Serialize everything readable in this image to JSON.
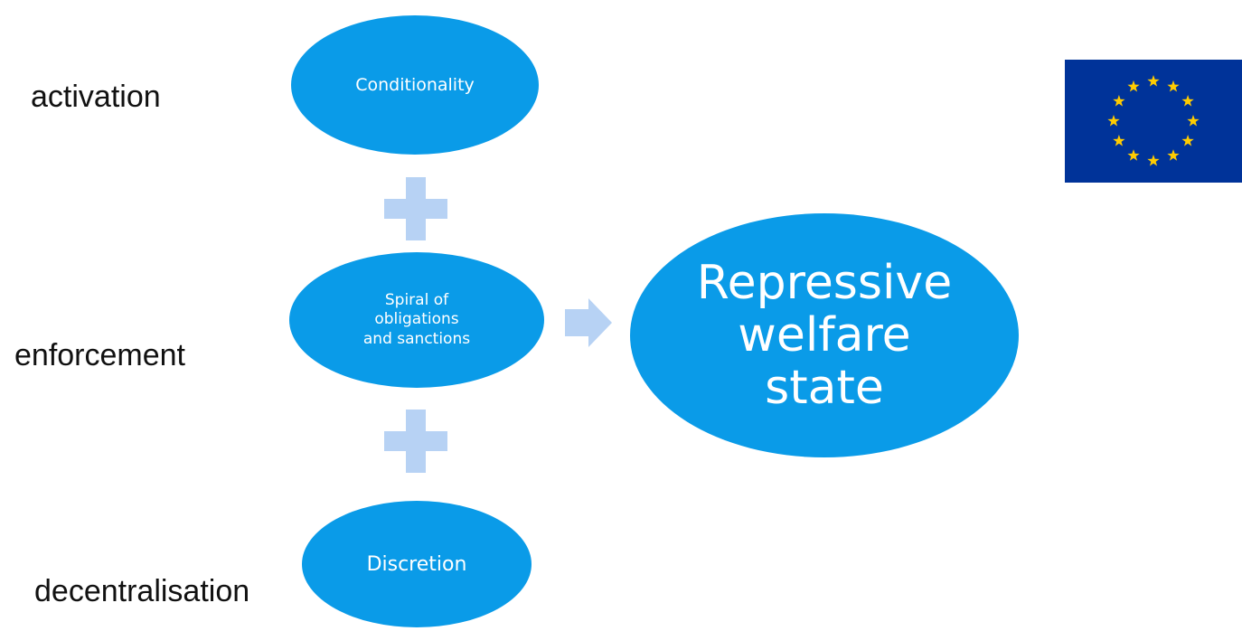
{
  "side_labels": {
    "activation": "activation",
    "enforcement": "enforcement",
    "decentralisation": "decentralisation"
  },
  "nodes": {
    "conditionality": "Conditionality",
    "spiral": "Spiral of\nobligations\nand sanctions",
    "discretion": "Discretion",
    "repressive": "Repressive\nwelfare\nstate"
  },
  "icons": {
    "plus_top": "plus-icon",
    "plus_bottom": "plus-icon",
    "arrow": "arrow-right-icon",
    "flag": "eu-flag-icon"
  },
  "colors": {
    "node_fill": "#0a9be8",
    "connector_fill": "#b7d2f4",
    "flag_blue": "#003399",
    "flag_star": "#ffcc00"
  }
}
